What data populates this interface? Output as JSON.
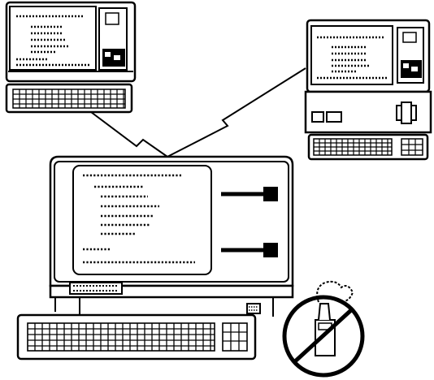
{
  "figure": {
    "ink_color": "#000000",
    "paper_color": "#ffffff",
    "components": [
      "remote-terminal-left",
      "remote-terminal-right",
      "host-computer-workstation",
      "no-smoking-sign"
    ],
    "connections": [
      {
        "from": "remote-terminal-left",
        "to": "host-computer-workstation",
        "style": "lightning-link"
      },
      {
        "from": "remote-terminal-right",
        "to": "host-computer-workstation",
        "style": "lightning-link"
      }
    ],
    "prohibition_sign": {
      "symbol": "circle-with-slash",
      "subject": "pipe"
    }
  }
}
